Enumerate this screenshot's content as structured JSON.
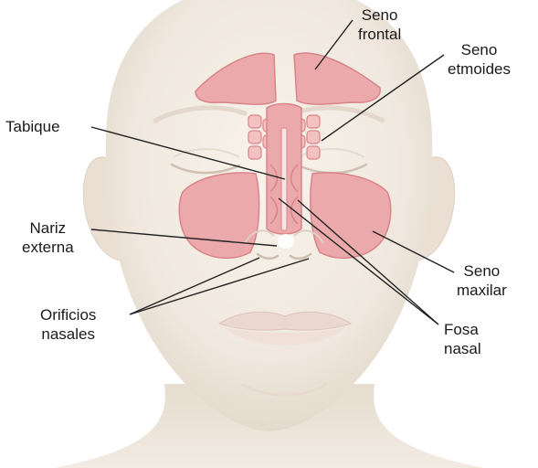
{
  "labels": {
    "seno_frontal": [
      "Seno",
      "frontal"
    ],
    "seno_etmoides": [
      "Seno",
      "etmoides"
    ],
    "tabique": "Tabique",
    "nariz_externa": [
      "Nariz",
      "externa"
    ],
    "orificios_nasales": [
      "Orificios",
      "nasales"
    ],
    "seno_maxilar": [
      "Seno",
      "maxilar"
    ],
    "fosa_nasal": [
      "Fosa",
      "nasal"
    ]
  },
  "colors": {
    "skin": "#f3ede5",
    "skin_shadow": "#dcd2c6",
    "sinus_fill": "#eca9ac",
    "sinus_edge": "#d98488",
    "leader_line": "#222222"
  }
}
